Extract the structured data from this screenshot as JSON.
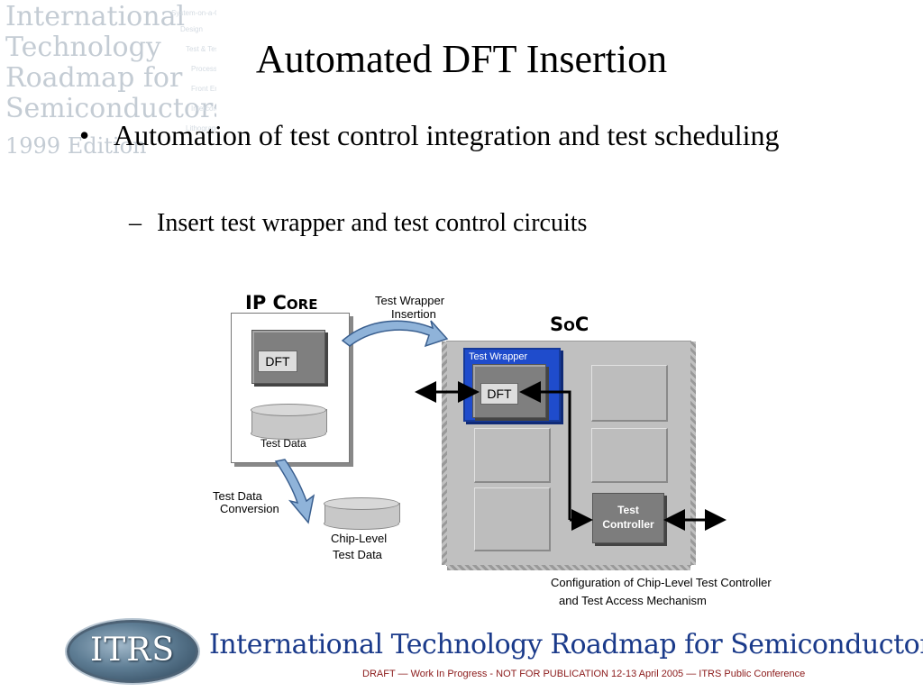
{
  "slide": {
    "title": "Automated DFT Insertion",
    "bullet_1": "Automation of test control integration and test scheduling",
    "bullet_1_marker": "•",
    "bullet_2": "Insert test wrapper and test control circuits",
    "bullet_2_marker": "–"
  },
  "watermark": {
    "lines": [
      "International",
      "Technology",
      "Roadmap for",
      "Semiconductors",
      "1999 Edition"
    ],
    "small_items": [
      "System-on-a-Chip",
      "Design",
      "Test & Test Equipment",
      "Process Integration",
      "Front End Process",
      "Interconnect",
      "Lithography"
    ]
  },
  "diagram": {
    "ip_core_label": "IP Core",
    "dft_label": "DFT",
    "test_data_label": "Test Data",
    "test_wrapper_insertion": [
      "Test Wrapper",
      "Insertion"
    ],
    "test_data_conversion": [
      "Test Data",
      "Conversion"
    ],
    "chip_level_test_data": [
      "Chip-Level",
      "Test Data"
    ],
    "soc_label": "SoC",
    "test_wrapper_label": "Test Wrapper",
    "soc_dft_label": "DFT",
    "test_controller": [
      "Test",
      "Controller"
    ],
    "caption": [
      "Configuration of Chip-Level Test Controller",
      "and Test Access Mechanism"
    ],
    "colors": {
      "wrapper": "#1f4ccc",
      "arrow_fill": "#8fb3d9",
      "arrow_stroke": "#3a5f8f",
      "block": "#7f7f7f"
    }
  },
  "footer": {
    "logo_text": "ITRS",
    "org_name": "International Technology Roadmap for Semiconductors",
    "draft_notice": "DRAFT — Work In Progress - NOT FOR PUBLICATION     12-13 April 2005 — ITRS Public Conference"
  }
}
